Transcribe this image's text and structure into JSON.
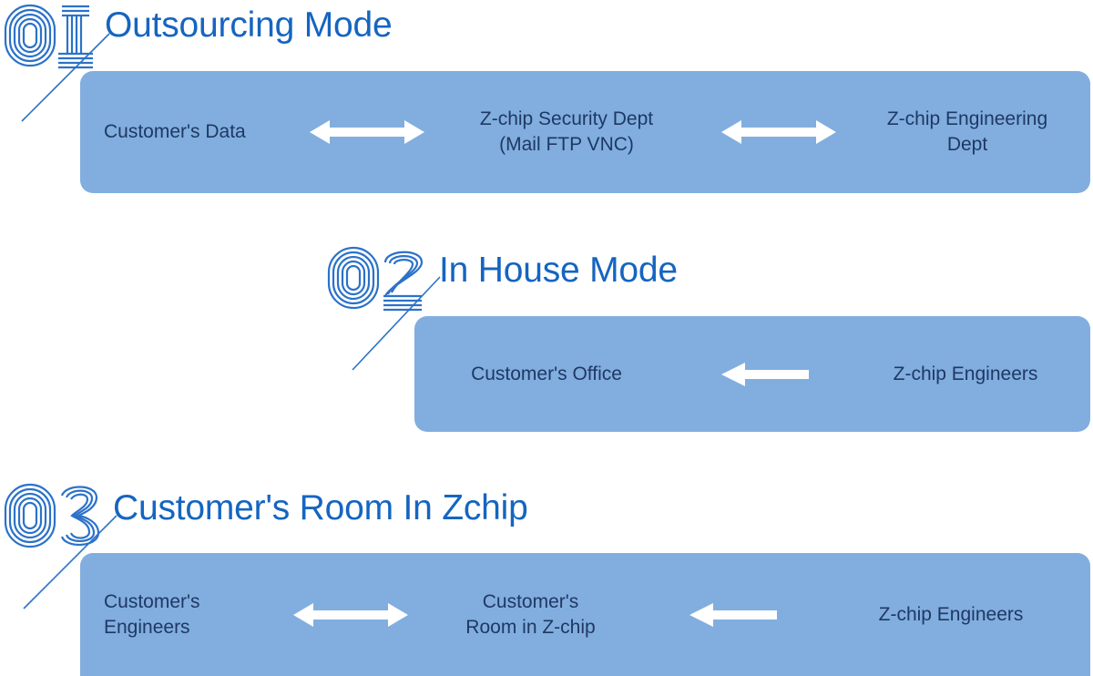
{
  "page": {
    "background": "#ffffff",
    "accent_blue": "#1565C0",
    "bar_fill": "#81AEDF",
    "bar_text": "#1F3864",
    "arrow_color": "#ffffff"
  },
  "sections": [
    {
      "number": "01",
      "title": "Outsourcing Mode",
      "bar": {
        "cells": [
          {
            "text": "Customer's Data",
            "align": "left"
          },
          {
            "text": "Z-chip Security Dept\n(Mail FTP VNC)",
            "align": "center"
          },
          {
            "text": "Z-chip Engineering\nDept",
            "align": "center"
          }
        ],
        "arrows": [
          {
            "name": "arrow-double-1a",
            "direction": "both"
          },
          {
            "name": "arrow-double-1b",
            "direction": "both"
          }
        ]
      }
    },
    {
      "number": "02",
      "title": "In House Mode",
      "bar": {
        "cells": [
          {
            "text": "Customer's Office",
            "align": "center"
          },
          {
            "text": "Z-chip Engineers",
            "align": "center"
          }
        ],
        "arrows": [
          {
            "name": "arrow-left-2a",
            "direction": "left"
          }
        ]
      }
    },
    {
      "number": "03",
      "title": "Customer's Room In Zchip",
      "bar": {
        "cells": [
          {
            "text": "Customer's\nEngineers",
            "align": "left"
          },
          {
            "text": "Customer's\nRoom in Z-chip",
            "align": "center"
          },
          {
            "text": "Z-chip Engineers",
            "align": "center"
          }
        ],
        "arrows": [
          {
            "name": "arrow-double-3a",
            "direction": "both"
          },
          {
            "name": "arrow-left-3b",
            "direction": "left"
          }
        ]
      }
    }
  ]
}
